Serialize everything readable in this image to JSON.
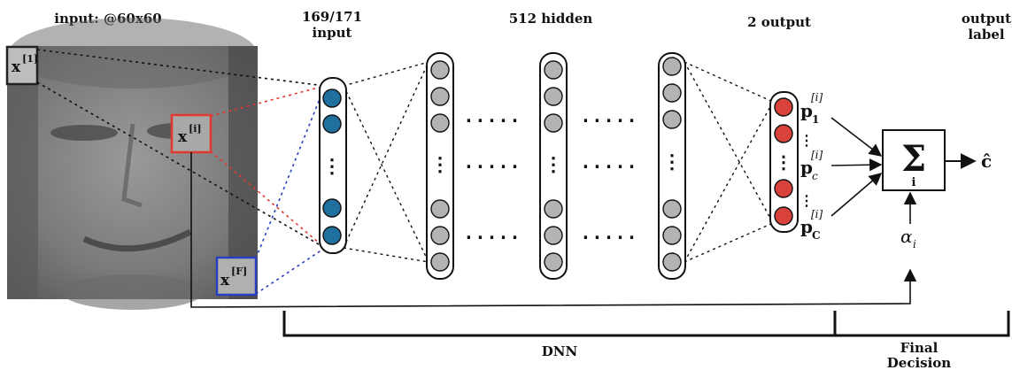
{
  "labels": {
    "input_patch": "input: @60x60",
    "layer1_line1": "169/171",
    "layer1_line2": "input",
    "hidden": "512 hidden",
    "output": "2 output",
    "output_label_line1": "output",
    "output_label_line2": "label",
    "dnn": "DNN",
    "final_line1": "Final",
    "final_line2": "Decision"
  },
  "patch_labels": {
    "x1": "x",
    "x1_sup": "[1]",
    "xi": "x",
    "xi_sup": "[i]",
    "xF": "x",
    "xF_sup": "[F]"
  },
  "prob_labels": {
    "p1": "p",
    "p1_sub": "1",
    "p1_sup": "[i]",
    "pc": "p",
    "pc_sub": "c",
    "pc_sup": "[i]",
    "pC": "p",
    "pC_sub": "C",
    "pC_sup": "[i]"
  },
  "sum_block": {
    "symbol": "Σ",
    "index": "i",
    "weight": "α",
    "weight_sub": "i",
    "result": "ĉ"
  },
  "ellipsis": {
    "horizontal": ".....",
    "vertical": "⋮"
  },
  "colors": {
    "input_node": "#1f6f9f",
    "hidden_node": "#b3b3b3",
    "output_node": "#d9423a",
    "patch_first": "#222222",
    "patch_middle": "#e03a2f",
    "patch_last": "#2a3fbf",
    "link_red": "#e03a2f",
    "link_blue": "#2a3fbf"
  }
}
